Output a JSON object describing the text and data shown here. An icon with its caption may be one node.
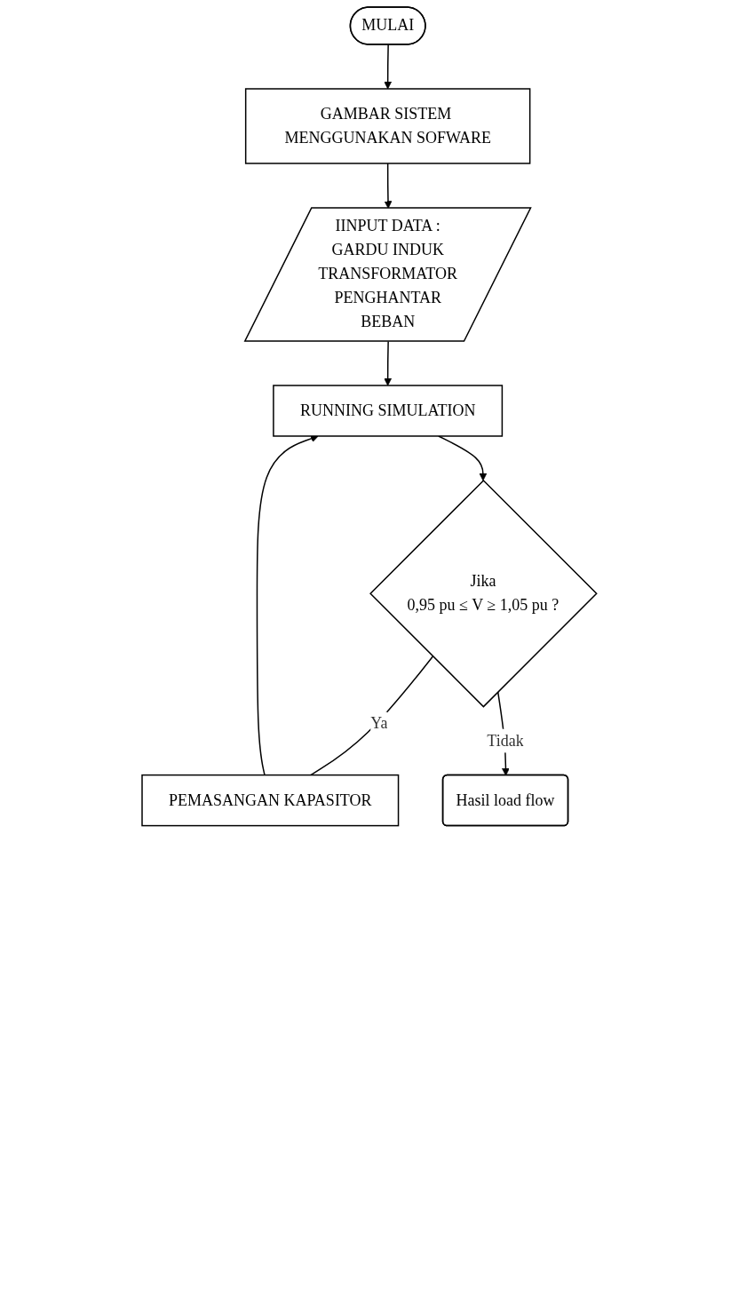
{
  "diagram": {
    "nodes": [
      {
        "text": [
          "MULAI"
        ]
      },
      {
        "text": [
          "GAMBAR SISTEM MENGGUNAKAN SOFWARE"
        ]
      },
      {
        "text": [
          "IINPUT DATA :",
          "GARDU INDUK",
          "TRANSFORMATOR",
          "PENGHANTAR",
          "BEBAN"
        ]
      },
      {
        "text": [
          "RUNNING SIMULATION"
        ]
      },
      {
        "text": [
          "Jika",
          "0,95 pu ≤ V ≥ 1,05 pu ?"
        ]
      },
      {
        "text": [
          "PEMASANGAN KAPASITOR"
        ]
      },
      {
        "text": [
          "Hasil load flow"
        ]
      }
    ],
    "edges": [
      {
        "from": 0,
        "to": 1,
        "arrow": "to"
      },
      {
        "from": 1,
        "to": 2,
        "arrow": "to"
      },
      {
        "from": 2,
        "to": 3,
        "arrow": "to"
      },
      {
        "from": 3,
        "to": 4,
        "arrow": "to"
      },
      {
        "from": 4,
        "to": 5,
        "arrow": "none",
        "label": "Ya"
      },
      {
        "from": 5,
        "to": 3,
        "arrow": "to"
      },
      {
        "from": 4,
        "to": 6,
        "arrow": "to",
        "label": "Tidak"
      }
    ]
  }
}
